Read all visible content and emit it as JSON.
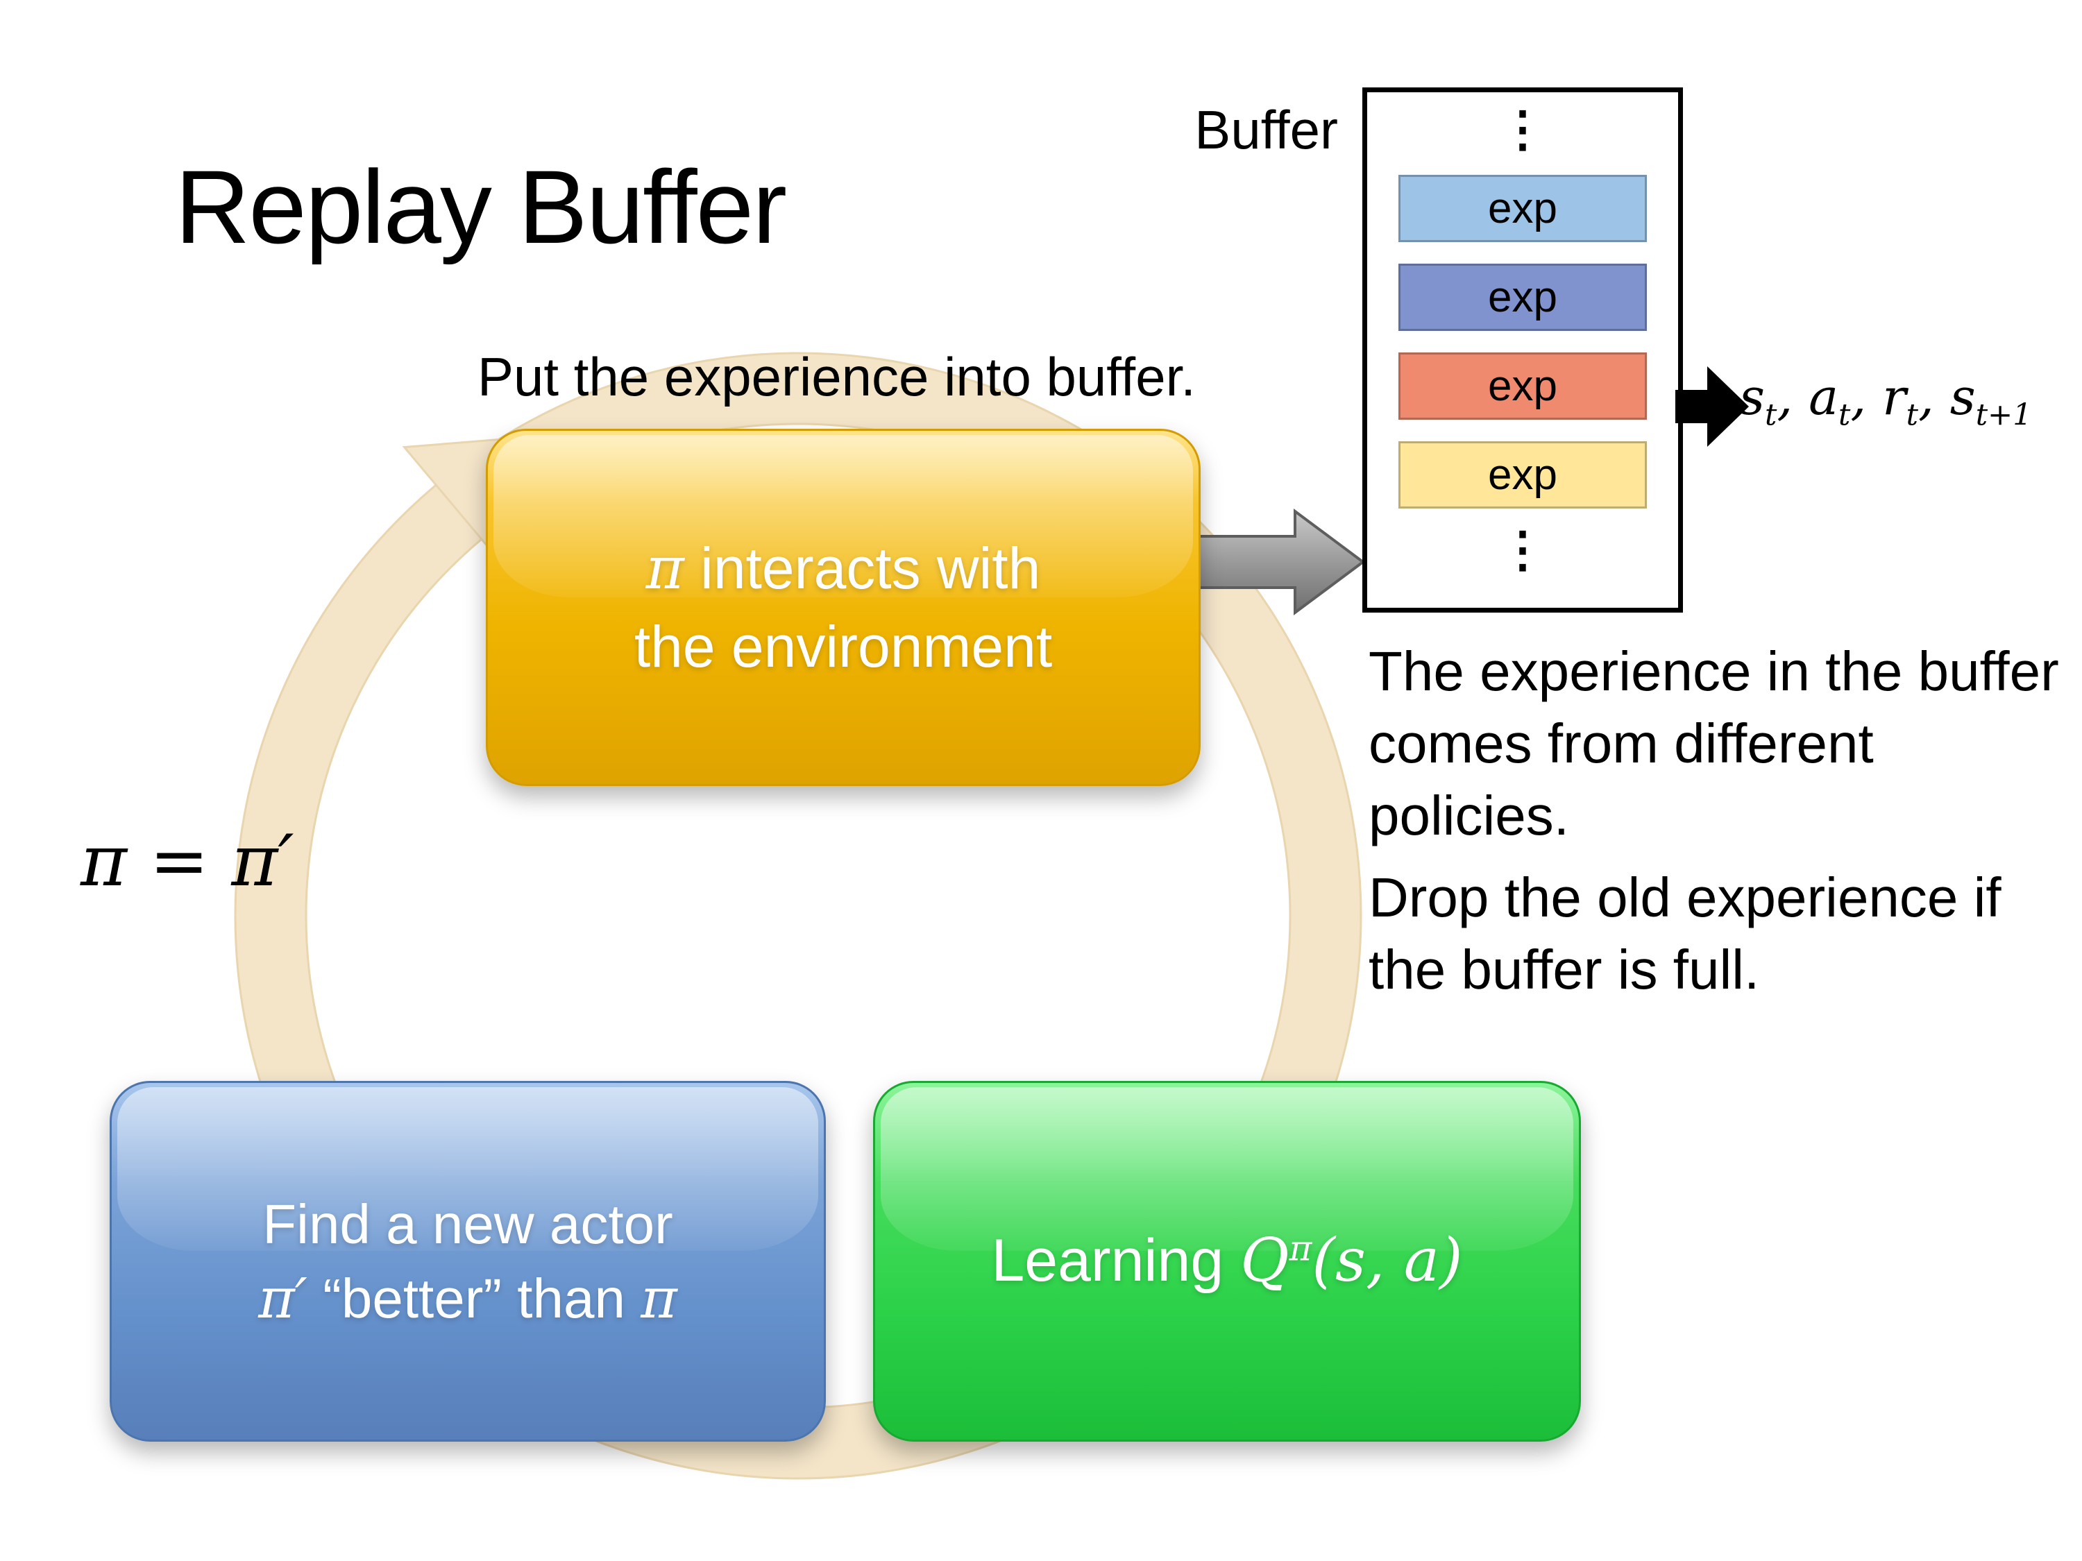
{
  "title": "Replay Buffer",
  "captions": {
    "put_experience": "Put the experience into buffer.",
    "buffer_label": "Buffer",
    "note1": "The experience in the buffer comes from different policies.",
    "note2": "Drop the old experience if the buffer is full.",
    "pi_equation": "π = π′",
    "ellipsis": "⋮"
  },
  "buffer": {
    "items": [
      {
        "label": "exp",
        "color": "#9dc3e6"
      },
      {
        "label": "exp",
        "color": "#8193cf"
      },
      {
        "label": "exp",
        "color": "#f08a6e"
      },
      {
        "label": "exp",
        "color": "#ffe699"
      }
    ]
  },
  "tuple": [
    {
      "base": "s",
      "sub": "t",
      "sep": ", "
    },
    {
      "base": "a",
      "sub": "t",
      "sep": ", "
    },
    {
      "base": "r",
      "sub": "t",
      "sep": ", "
    },
    {
      "base": "s",
      "sub": "t+1",
      "sep": ""
    }
  ],
  "cycle": {
    "top_box": {
      "pi": "π",
      "line1_rest": " interacts with",
      "line2": "the environment"
    },
    "left_box": {
      "line1": "Find a new actor",
      "line2_pi1": "π′",
      "line2_mid": " “better” than ",
      "line2_pi2": "π"
    },
    "right_box": {
      "prefix": "Learning ",
      "q": "Q",
      "sup_pi": "π",
      "args": "(s, a)"
    }
  },
  "colors": {
    "yellow_box": "#efb400",
    "blue_box": "#6490cb",
    "green_box": "#2bd148",
    "ring": "#f4e5c9",
    "arrow_gray": "#9a9a9a",
    "arrow_black": "#000000"
  }
}
